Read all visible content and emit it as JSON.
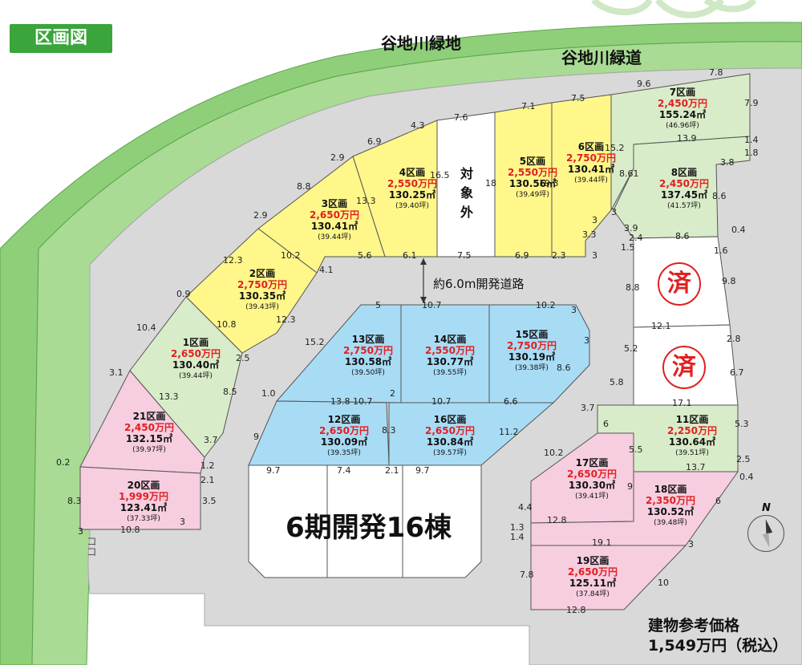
{
  "title": "区画図",
  "green_strip_labels": [
    "谷地川緑地",
    "谷地川緑道"
  ],
  "road_label": "約6.0m開発道路",
  "excluded_label": [
    "対",
    "象",
    "外"
  ],
  "development_label": "6期開発16棟",
  "sold_label": "済",
  "building_reference": {
    "label": "建物参考価格",
    "value": "1,549万円（税込）"
  },
  "north": "N",
  "corner_text": "ココ",
  "colors": {
    "green": "#8fcf7a",
    "road": "#d9d9d9",
    "yellow": "#fff78a",
    "lightgreen": "#d9ecc9",
    "blue": "#a8dcf5",
    "pink": "#f7cde0",
    "price_red": "#e02020",
    "stamp_red": "#e02020"
  },
  "lots": [
    {
      "id": "1",
      "name": "1区画",
      "price": "2,650万円",
      "area": "130.40㎡",
      "tsubo": "(39.44坪)",
      "color": "lightgreen"
    },
    {
      "id": "2",
      "name": "2区画",
      "price": "2,750万円",
      "area": "130.35㎡",
      "tsubo": "(39.43坪)",
      "color": "yellow"
    },
    {
      "id": "3",
      "name": "3区画",
      "price": "2,650万円",
      "area": "130.41㎡",
      "tsubo": "(39.44坪)",
      "color": "yellow"
    },
    {
      "id": "4",
      "name": "4区画",
      "price": "2,550万円",
      "area": "130.25㎡",
      "tsubo": "(39.40坪)",
      "color": "yellow"
    },
    {
      "id": "5",
      "name": "5区画",
      "price": "2,550万円",
      "area": "130.56㎡",
      "tsubo": "(39.49坪)",
      "color": "yellow"
    },
    {
      "id": "6",
      "name": "6区画",
      "price": "2,750万円",
      "area": "130.41㎡",
      "tsubo": "(39.44坪)",
      "color": "yellow"
    },
    {
      "id": "7",
      "name": "7区画",
      "price": "2,450万円",
      "area": "155.24㎡",
      "tsubo": "(46.96坪)",
      "color": "lightgreen"
    },
    {
      "id": "8",
      "name": "8区画",
      "price": "2,450万円",
      "area": "137.45㎡",
      "tsubo": "(41.57坪)",
      "color": "lightgreen"
    },
    {
      "id": "11",
      "name": "11区画",
      "price": "2,250万円",
      "area": "130.64㎡",
      "tsubo": "(39.51坪)",
      "color": "lightgreen"
    },
    {
      "id": "12",
      "name": "12区画",
      "price": "2,650万円",
      "area": "130.09㎡",
      "tsubo": "(39.35坪)",
      "color": "blue"
    },
    {
      "id": "13",
      "name": "13区画",
      "price": "2,750万円",
      "area": "130.58㎡",
      "tsubo": "(39.50坪)",
      "color": "blue"
    },
    {
      "id": "14",
      "name": "14区画",
      "price": "2,550万円",
      "area": "130.77㎡",
      "tsubo": "(39.55坪)",
      "color": "blue"
    },
    {
      "id": "15",
      "name": "15区画",
      "price": "2,750万円",
      "area": "130.19㎡",
      "tsubo": "(39.38坪)",
      "color": "blue"
    },
    {
      "id": "16",
      "name": "16区画",
      "price": "2,650万円",
      "area": "130.84㎡",
      "tsubo": "(39.57坪)",
      "color": "blue"
    },
    {
      "id": "17",
      "name": "17区画",
      "price": "2,650万円",
      "area": "130.30㎡",
      "tsubo": "(39.41坪)",
      "color": "pink"
    },
    {
      "id": "18",
      "name": "18区画",
      "price": "2,350万円",
      "area": "130.52㎡",
      "tsubo": "(39.48坪)",
      "color": "pink"
    },
    {
      "id": "19",
      "name": "19区画",
      "price": "2,650万円",
      "area": "125.11㎡",
      "tsubo": "(37.84坪)",
      "color": "pink"
    },
    {
      "id": "20",
      "name": "20区画",
      "price": "1,999万円",
      "area": "123.41㎡",
      "tsubo": "(37.33坪)",
      "color": "pink"
    },
    {
      "id": "21",
      "name": "21区画",
      "price": "2,450万円",
      "area": "132.15㎡",
      "tsubo": "(39.97坪)",
      "color": "pink"
    }
  ],
  "dims": [
    "9.6",
    "7.8",
    "7.9",
    "7.6",
    "4.3",
    "7.1",
    "7.5",
    "6.9",
    "2.9",
    "16.5",
    "18",
    "19.3",
    "15.2",
    "13.9",
    "1.4",
    "1.8",
    "3.8",
    "8.8",
    "13.3",
    "8.61",
    "8.6",
    "2.9",
    "3",
    "3",
    "3.3",
    "0.4",
    "3.9",
    "12.3",
    "10.2",
    "5.6",
    "6.1",
    "7.5",
    "6.9",
    "2.3",
    "3",
    "2.4",
    "8.6",
    "1.5",
    "1.6",
    "0.9",
    "4.1",
    "9.8",
    "8.8",
    "10.8",
    "12.3",
    "5",
    "10.7",
    "10.2",
    "3",
    "10.4",
    "15.2",
    "3",
    "12.1",
    "2.8",
    "5.2",
    "3.1",
    "2.5",
    "8.6",
    "6.7",
    "5.8",
    "13.3",
    "1.0",
    "13.8",
    "2",
    "10.7",
    "6.6",
    "17.1",
    "10.7",
    "8.5",
    "3.7",
    "9",
    "8.3",
    "11.2",
    "6",
    "5.3",
    "3.7",
    "10.2",
    "5.5",
    "2.5",
    "13.7",
    "0.2",
    "1.2",
    "9.7",
    "7.4",
    "2.1",
    "9.7",
    "0.4",
    "2.1",
    "9",
    "6",
    "8.3",
    "3.5",
    "4.4",
    "12.8",
    "1.3",
    "1.4",
    "3",
    "3",
    "19.1",
    "3",
    "10.8",
    "7.8",
    "10",
    "12.8"
  ]
}
